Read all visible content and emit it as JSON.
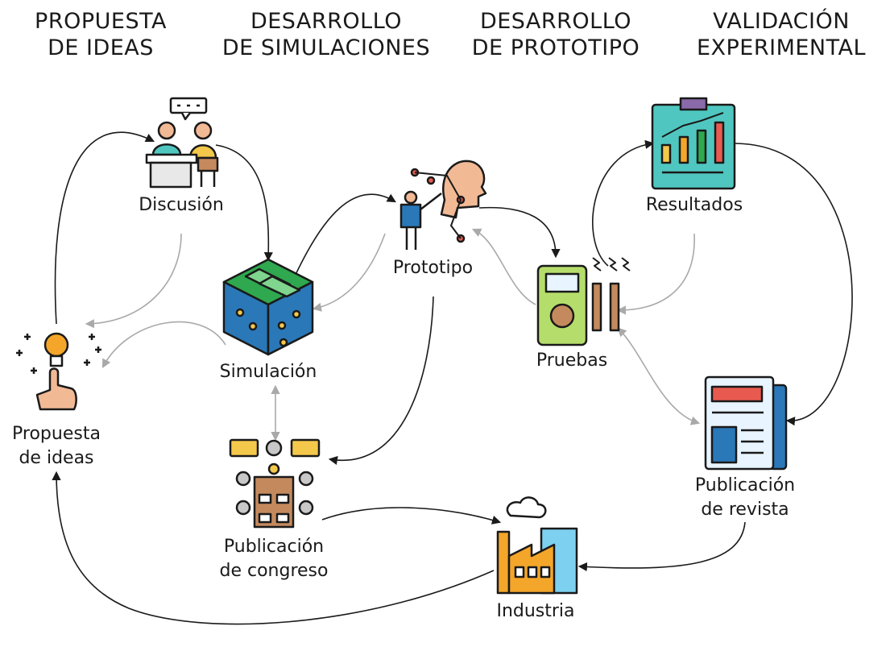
{
  "headers": {
    "col1": "PROPUESTA\nDE IDEAS",
    "col2": "DESARROLLO\nDE SIMULACIONES",
    "col3": "DESARROLLO\nDE PROTOTIPO",
    "col4": "VALIDACIÓN\nEXPERIMENTAL"
  },
  "nodes": {
    "discusion": "Discusión",
    "simulacion": "Simulación",
    "propuesta": "Propuesta\nde ideas",
    "prototipo": "Prototipo",
    "pruebas": "Pruebas",
    "resultados": "Resultados",
    "pub_revista": "Publicación\nde revista",
    "pub_congreso": "Publicación\nde congreso",
    "industria": "Industria"
  },
  "colors": {
    "arrow_main": "#1a1a1a",
    "arrow_secondary": "#a9a9a9",
    "teal": "#4fc7c0",
    "blue": "#2a78b8",
    "green": "#2fa84f",
    "orange": "#f4a62a",
    "skin": "#f2b995",
    "brown": "#c48a5e"
  }
}
